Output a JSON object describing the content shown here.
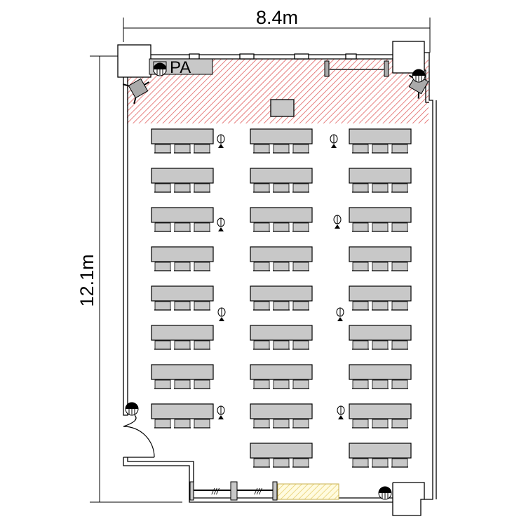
{
  "dimensions": {
    "width_label": "8.4m",
    "height_label": "12.1m"
  },
  "stage": {
    "pa_label": "PA",
    "color": "#e06060"
  },
  "storage_color": "#f0e070",
  "layout": {
    "columns": 3,
    "rows_per_column": [
      8,
      9,
      9
    ],
    "chairs_per_table": 3,
    "total_tables": 26
  },
  "mic_stands": 8,
  "colors": {
    "table": "#c8c8c8",
    "wall": "#000000"
  }
}
